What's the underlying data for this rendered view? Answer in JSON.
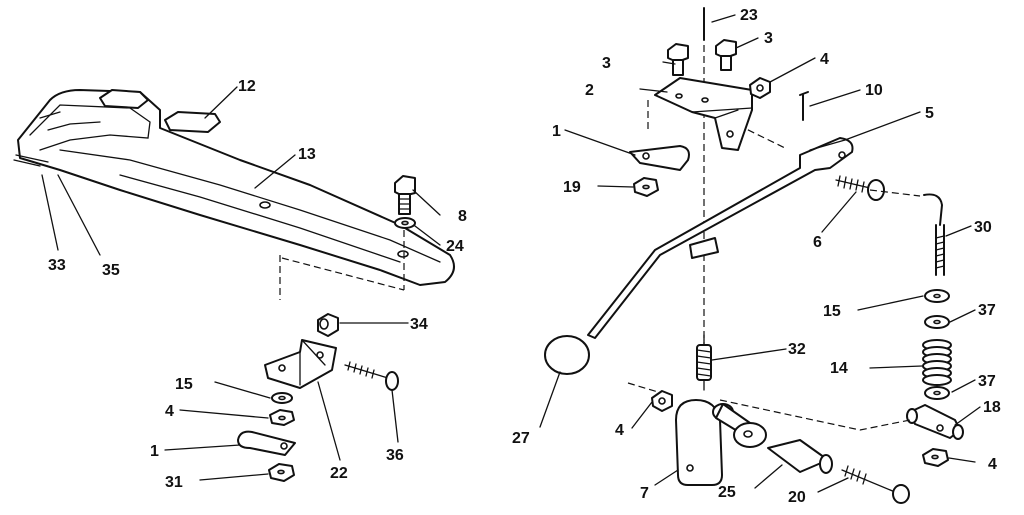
{
  "diagram": {
    "labels": {
      "l1a": "1",
      "l1b": "1",
      "l2": "2",
      "l3a": "3",
      "l3b": "3",
      "l4a": "4",
      "l4b": "4",
      "l4c": "4",
      "l4d": "4",
      "l5": "5",
      "l6": "6",
      "l7": "7",
      "l8": "8",
      "l10": "10",
      "l12": "12",
      "l13": "13",
      "l14": "14",
      "l15a": "15",
      "l15b": "15",
      "l18": "18",
      "l19": "19",
      "l20": "20",
      "l22": "22",
      "l23": "23",
      "l24": "24",
      "l25": "25",
      "l27": "27",
      "l30": "30",
      "l31": "31",
      "l32": "32",
      "l33": "33",
      "l34": "34",
      "l35": "35",
      "l36": "36",
      "l37a": "37",
      "l37b": "37"
    }
  }
}
